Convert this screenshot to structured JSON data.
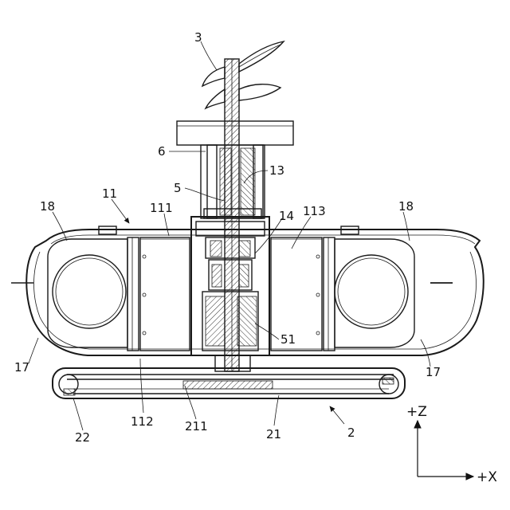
{
  "figure": {
    "labels": {
      "l3": "3",
      "l6": "6",
      "l13": "13",
      "l5": "5",
      "l11": "11",
      "l14": "14",
      "l113": "113",
      "l18_left": "18",
      "l111": "111",
      "l18_right": "18",
      "l51": "51",
      "l17_left": "17",
      "l17_right": "17",
      "l112": "112",
      "l211": "211",
      "l21": "21",
      "l2": "2",
      "l22": "22"
    },
    "axes": {
      "z": "+Z",
      "x": "+X"
    }
  }
}
